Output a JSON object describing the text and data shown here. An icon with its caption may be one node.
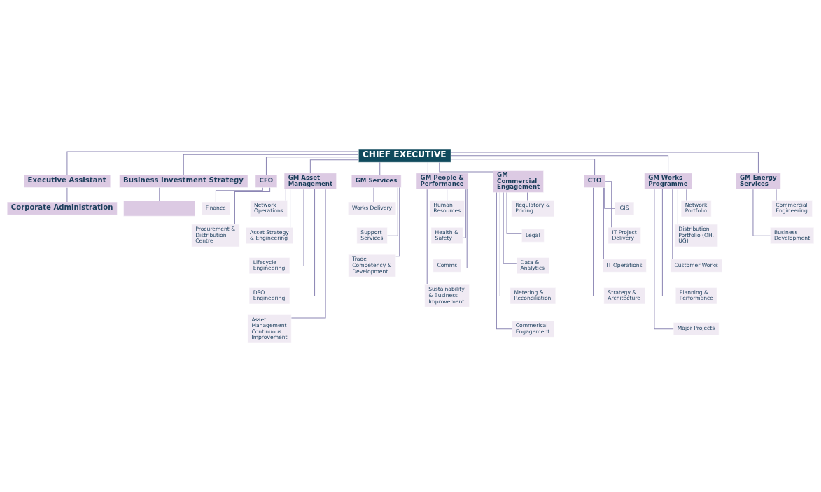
{
  "diagram": {
    "nodes": [
      {
        "text": [
          "CHIEF EXECUTIVE"
        ]
      },
      {
        "text": [
          "Executive Assistant"
        ]
      },
      {
        "text": [
          "Business Investment Strategy"
        ]
      },
      {
        "text": [
          "Corporate Administration"
        ]
      },
      {
        "text": [],
        "shape": "box"
      },
      {
        "text": [
          "CFO"
        ]
      },
      {
        "text": [
          "GM Asset Management"
        ]
      },
      {
        "text": [
          "GM Services"
        ]
      },
      {
        "text": [
          "GM People & Performance"
        ]
      },
      {
        "text": [
          "GM Commercial Engagement"
        ]
      },
      {
        "text": [
          "CTO"
        ]
      },
      {
        "text": [
          "GM Works Programme"
        ]
      },
      {
        "text": [
          "GM Energy Services"
        ]
      },
      {
        "text": [
          "Finance"
        ]
      },
      {
        "text": [
          "Procurement & Distribution Centre"
        ]
      },
      {
        "text": [
          "Network Operations"
        ]
      },
      {
        "text": [
          "Asset Strategy & Engineering"
        ]
      },
      {
        "text": [
          "Lifecycle Engineering"
        ]
      },
      {
        "text": [
          "DSO Engineering"
        ]
      },
      {
        "text": [
          "Asset Management Continuous Improvement"
        ]
      },
      {
        "text": [
          "Works Delivery"
        ]
      },
      {
        "text": [
          "Support Services"
        ]
      },
      {
        "text": [
          "Trade Competency & Development"
        ]
      },
      {
        "text": [
          "Human Resources"
        ]
      },
      {
        "text": [
          "Health & Safety"
        ]
      },
      {
        "text": [
          "Comms"
        ]
      },
      {
        "text": [
          "Sustainability & Business Improvement"
        ]
      },
      {
        "text": [
          "Regulatory & Pricing"
        ]
      },
      {
        "text": [
          "Legal"
        ]
      },
      {
        "text": [
          "Data & Analytics"
        ]
      },
      {
        "text": [
          "Metering & Reconciliation"
        ]
      },
      {
        "text": [
          "Commerical Engagement"
        ]
      },
      {
        "text": [
          "GIS"
        ]
      },
      {
        "text": [
          "IT Project Delivery"
        ]
      },
      {
        "text": [
          "IT Operations"
        ]
      },
      {
        "text": [
          "Strategy & Architecture"
        ]
      },
      {
        "text": [
          "Network Portfolio"
        ]
      },
      {
        "text": [
          "Distribution Portfolio (OH, UG)"
        ]
      },
      {
        "text": [
          "Customer Works"
        ]
      },
      {
        "text": [
          "Planning & Performance"
        ]
      },
      {
        "text": [
          "Major Projects"
        ]
      },
      {
        "text": [
          "Commercial Engineering"
        ]
      },
      {
        "text": [
          "Business Development"
        ]
      }
    ],
    "edges": [
      {
        "from": 0,
        "to": 1,
        "arrow": "none"
      },
      {
        "from": 0,
        "to": 2,
        "arrow": "none"
      },
      {
        "from": 1,
        "to": 3,
        "arrow": "none"
      },
      {
        "from": 2,
        "to": 4,
        "arrow": "none"
      },
      {
        "from": 0,
        "to": 5,
        "arrow": "none"
      },
      {
        "from": 0,
        "to": 6,
        "arrow": "none"
      },
      {
        "from": 0,
        "to": 7,
        "arrow": "none"
      },
      {
        "from": 0,
        "to": 8,
        "arrow": "none"
      },
      {
        "from": 0,
        "to": 9,
        "arrow": "none"
      },
      {
        "from": 0,
        "to": 10,
        "arrow": "none"
      },
      {
        "from": 0,
        "to": 11,
        "arrow": "none"
      },
      {
        "from": 0,
        "to": 12,
        "arrow": "none"
      },
      {
        "from": 5,
        "to": 13,
        "arrow": "none"
      },
      {
        "from": 5,
        "to": 14,
        "arrow": "none"
      },
      {
        "from": 6,
        "to": 15,
        "arrow": "none"
      },
      {
        "from": 6,
        "to": 16,
        "arrow": "none"
      },
      {
        "from": 6,
        "to": 17,
        "arrow": "none"
      },
      {
        "from": 6,
        "to": 18,
        "arrow": "none"
      },
      {
        "from": 6,
        "to": 19,
        "arrow": "none"
      },
      {
        "from": 7,
        "to": 20,
        "arrow": "none"
      },
      {
        "from": 7,
        "to": 21,
        "arrow": "none"
      },
      {
        "from": 7,
        "to": 22,
        "arrow": "none"
      },
      {
        "from": 8,
        "to": 23,
        "arrow": "none"
      },
      {
        "from": 8,
        "to": 24,
        "arrow": "none"
      },
      {
        "from": 8,
        "to": 25,
        "arrow": "none"
      },
      {
        "from": 8,
        "to": 26,
        "arrow": "none"
      },
      {
        "from": 9,
        "to": 27,
        "arrow": "none"
      },
      {
        "from": 9,
        "to": 28,
        "arrow": "none"
      },
      {
        "from": 9,
        "to": 29,
        "arrow": "none"
      },
      {
        "from": 9,
        "to": 30,
        "arrow": "none"
      },
      {
        "from": 9,
        "to": 31,
        "arrow": "none"
      },
      {
        "from": 10,
        "to": 32,
        "arrow": "none"
      },
      {
        "from": 10,
        "to": 33,
        "arrow": "none"
      },
      {
        "from": 10,
        "to": 34,
        "arrow": "none"
      },
      {
        "from": 10,
        "to": 35,
        "arrow": "none"
      },
      {
        "from": 11,
        "to": 36,
        "arrow": "none"
      },
      {
        "from": 11,
        "to": 37,
        "arrow": "none"
      },
      {
        "from": 11,
        "to": 38,
        "arrow": "none"
      },
      {
        "from": 11,
        "to": 39,
        "arrow": "none"
      },
      {
        "from": 11,
        "to": 40,
        "arrow": "none"
      },
      {
        "from": 12,
        "to": 41,
        "arrow": "none"
      },
      {
        "from": 12,
        "to": 42,
        "arrow": "none"
      }
    ]
  }
}
